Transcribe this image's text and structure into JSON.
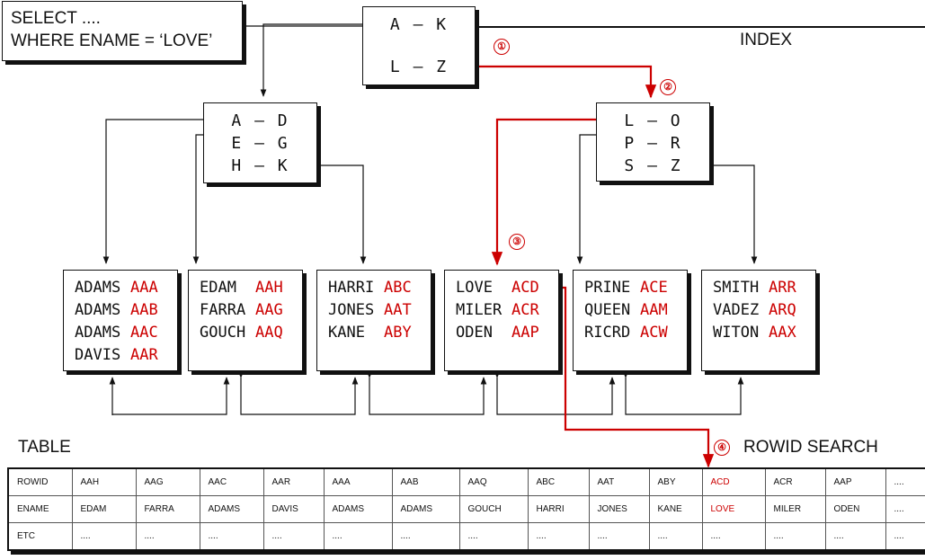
{
  "query": {
    "line1": "SELECT ....",
    "line2": "WHERE ENAME = ‘LOVE’"
  },
  "index_label": "INDEX",
  "table_label": "TABLE",
  "rowid_search_label": "ROWID SEARCH",
  "steps": [
    "①",
    "②",
    "③",
    "④"
  ],
  "root_node": {
    "ranges": [
      "A – K",
      "L – Z"
    ]
  },
  "branch_left": {
    "ranges": [
      "A – D",
      "E – G",
      "H – K"
    ]
  },
  "branch_right": {
    "ranges": [
      "L – O",
      "P – R",
      "S – Z"
    ]
  },
  "leaves": [
    {
      "rows": [
        {
          "name": "ADAMS",
          "rowid": "AAA"
        },
        {
          "name": "ADAMS",
          "rowid": "AAB"
        },
        {
          "name": "ADAMS",
          "rowid": "AAC"
        },
        {
          "name": "DAVIS",
          "rowid": "AAR"
        }
      ]
    },
    {
      "rows": [
        {
          "name": "EDAM",
          "rowid": "AAH"
        },
        {
          "name": "FARRA",
          "rowid": "AAG"
        },
        {
          "name": "GOUCH",
          "rowid": "AAQ"
        }
      ]
    },
    {
      "rows": [
        {
          "name": "HARRI",
          "rowid": "ABC"
        },
        {
          "name": "JONES",
          "rowid": "AAT"
        },
        {
          "name": "KANE",
          "rowid": "ABY"
        }
      ]
    },
    {
      "rows": [
        {
          "name": "LOVE",
          "rowid": "ACD"
        },
        {
          "name": "MILER",
          "rowid": "ACR"
        },
        {
          "name": "ODEN",
          "rowid": "AAP"
        }
      ]
    },
    {
      "rows": [
        {
          "name": "PRINE",
          "rowid": "ACE"
        },
        {
          "name": "QUEEN",
          "rowid": "AAM"
        },
        {
          "name": "RICRD",
          "rowid": "ACW"
        }
      ]
    },
    {
      "rows": [
        {
          "name": "SMITH",
          "rowid": "ARR"
        },
        {
          "name": "VADEZ",
          "rowid": "ARQ"
        },
        {
          "name": "WITON",
          "rowid": "AAX"
        }
      ]
    }
  ],
  "table": {
    "rows": [
      {
        "label": "ROWID",
        "cells": [
          "AAH",
          "AAG",
          "AAC",
          "AAR",
          "AAA",
          "AAB",
          "AAQ",
          "ABC",
          "AAT",
          "ABY",
          "ACD",
          "ACR",
          "AAP",
          "...."
        ]
      },
      {
        "label": "ENAME",
        "cells": [
          "EDAM",
          "FARRA",
          "ADAMS",
          "DAVIS",
          "ADAMS",
          "ADAMS",
          "GOUCH",
          "HARRI",
          "JONES",
          "KANE",
          "LOVE",
          "MILER",
          "ODEN",
          "...."
        ]
      },
      {
        "label": "ETC",
        "cells": [
          "....",
          "....",
          "....",
          "....",
          "....",
          "....",
          "....",
          "....",
          "....",
          "....",
          "....",
          "....",
          "....",
          "...."
        ]
      }
    ],
    "highlight_column": 10
  },
  "colors": {
    "ink": "#111111",
    "accent": "#cc0000"
  }
}
